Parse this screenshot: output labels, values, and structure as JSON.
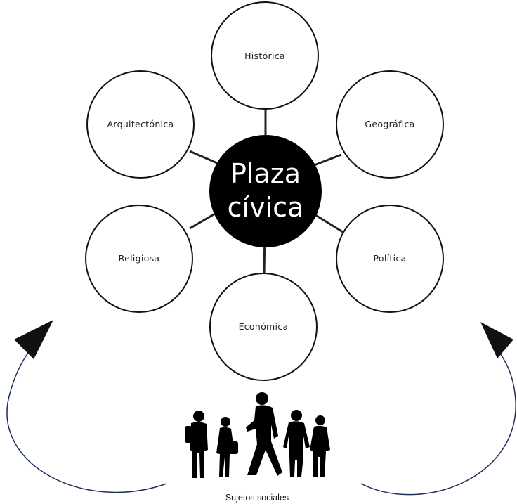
{
  "center": {
    "line1": "Plaza",
    "line2": "cívica",
    "fill_color": "#000000",
    "text_color": "#ffffff"
  },
  "nodes": [
    {
      "id": "historica",
      "label": "Histórica"
    },
    {
      "id": "geografica",
      "label": "Geográfica"
    },
    {
      "id": "politica",
      "label": "Política"
    },
    {
      "id": "economica",
      "label": "Económica"
    },
    {
      "id": "religiosa",
      "label": "Religiosa"
    },
    {
      "id": "arquitectonica",
      "label": "Arquitectónica"
    }
  ],
  "people": {
    "caption": "Sujetos sociales",
    "icon": "people-silhouettes-icon"
  },
  "arrows": {
    "color": "#1e2f5a",
    "left_icon": "arrowhead-icon",
    "right_icon": "arrowhead-icon"
  }
}
